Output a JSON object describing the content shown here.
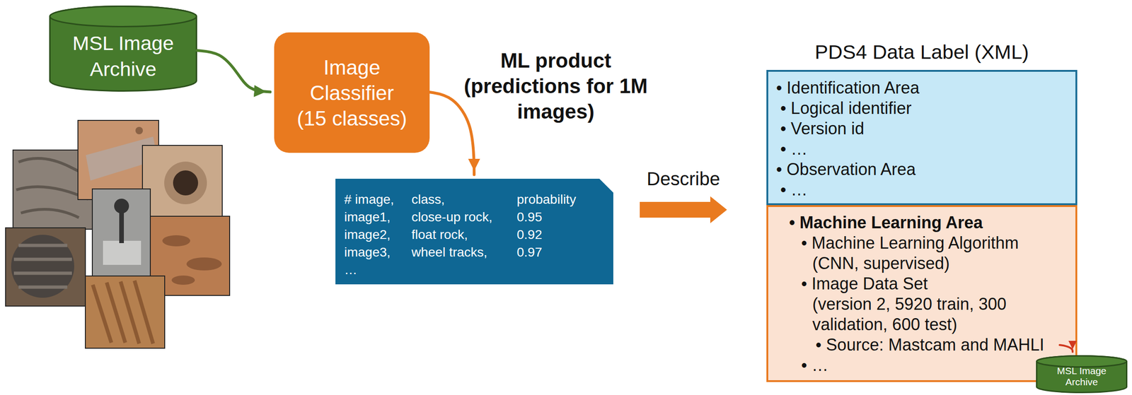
{
  "diagram": {
    "nodes": [
      {
        "text": [
          "MSL Image Archive"
        ]
      },
      {
        "text": [
          "Image Classifier (15 classes)"
        ]
      },
      {
        "text": [
          "# image,",
          "class,",
          "probability",
          "image1,",
          "close-up rock,",
          "0.95",
          "image2,",
          "float rock,",
          "0.92",
          "image3,",
          "wheel tracks,",
          "0.97",
          "…"
        ]
      },
      {
        "text": [
          "PDS4 Data Label (XML)"
        ]
      },
      {
        "text": [
          "• Identification Area",
          "• Logical identifier",
          "• Version id",
          "• …",
          "• Observation Area",
          "• …"
        ],
        "in": 3
      },
      {
        "text": [
          "• Machine Learning Area",
          "• Machine Learning Algorithm",
          "(CNN, supervised)",
          "• Image Data Set",
          "(version 2, 5920 train, 300 validation, 600 test)",
          "• Source: Mastcam and MAHLI",
          "• …"
        ],
        "in": 3
      },
      {
        "text": [
          "MSL Image Archive"
        ]
      }
    ],
    "edges": [
      {
        "from": 0,
        "to": 1,
        "arrow": "to"
      },
      {
        "from": 1,
        "to": 2,
        "arrow": "to"
      },
      {
        "from": 2,
        "to": 3,
        "label": "Describe",
        "arrow": "to"
      },
      {
        "from": 5,
        "to": 6,
        "arrow": "to"
      }
    ],
    "labels": [
      "ML product (predictions for 1M images)"
    ]
  }
}
